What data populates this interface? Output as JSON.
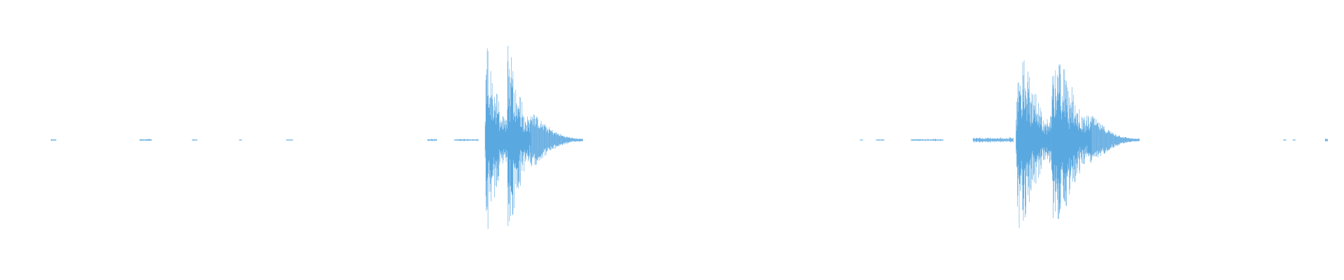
{
  "waveform": {
    "color": "#5aa8e0",
    "background": "#ffffff",
    "channels": 1,
    "amplitude_range": [
      -1,
      1
    ],
    "duration_fraction_segments": [
      {
        "name": "noise-blip-1",
        "start": 0.038,
        "end": 0.042,
        "peak": 0.01
      },
      {
        "name": "noise-blip-2",
        "start": 0.104,
        "end": 0.113,
        "peak": 0.012
      },
      {
        "name": "noise-blip-3",
        "start": 0.143,
        "end": 0.147,
        "peak": 0.008
      },
      {
        "name": "noise-blip-4",
        "start": 0.178,
        "end": 0.18,
        "peak": 0.006
      },
      {
        "name": "noise-blip-5",
        "start": 0.213,
        "end": 0.218,
        "peak": 0.008
      },
      {
        "name": "noise-blip-6",
        "start": 0.318,
        "end": 0.325,
        "peak": 0.012
      },
      {
        "name": "noise-blip-7",
        "start": 0.338,
        "end": 0.356,
        "peak": 0.012
      },
      {
        "name": "burst-1a",
        "start": 0.361,
        "end": 0.377,
        "peak": 1.0
      },
      {
        "name": "burst-1b",
        "start": 0.377,
        "end": 0.395,
        "peak": 1.0
      },
      {
        "name": "burst-1-tail",
        "start": 0.395,
        "end": 0.434,
        "peak": 0.3
      },
      {
        "name": "noise-blip-8",
        "start": 0.64,
        "end": 0.642,
        "peak": 0.006
      },
      {
        "name": "noise-blip-9",
        "start": 0.652,
        "end": 0.658,
        "peak": 0.008
      },
      {
        "name": "noise-blip-10",
        "start": 0.678,
        "end": 0.702,
        "peak": 0.012
      },
      {
        "name": "noise-blip-11",
        "start": 0.724,
        "end": 0.754,
        "peak": 0.03
      },
      {
        "name": "burst-2a",
        "start": 0.756,
        "end": 0.782,
        "peak": 1.0
      },
      {
        "name": "burst-2b",
        "start": 0.782,
        "end": 0.812,
        "peak": 1.0
      },
      {
        "name": "burst-2-tail",
        "start": 0.812,
        "end": 0.848,
        "peak": 0.25
      },
      {
        "name": "noise-blip-12",
        "start": 0.955,
        "end": 0.957,
        "peak": 0.006
      },
      {
        "name": "noise-blip-13",
        "start": 0.962,
        "end": 0.964,
        "peak": 0.006
      },
      {
        "name": "noise-blip-14",
        "start": 0.986,
        "end": 0.988,
        "peak": 0.02
      }
    ]
  }
}
